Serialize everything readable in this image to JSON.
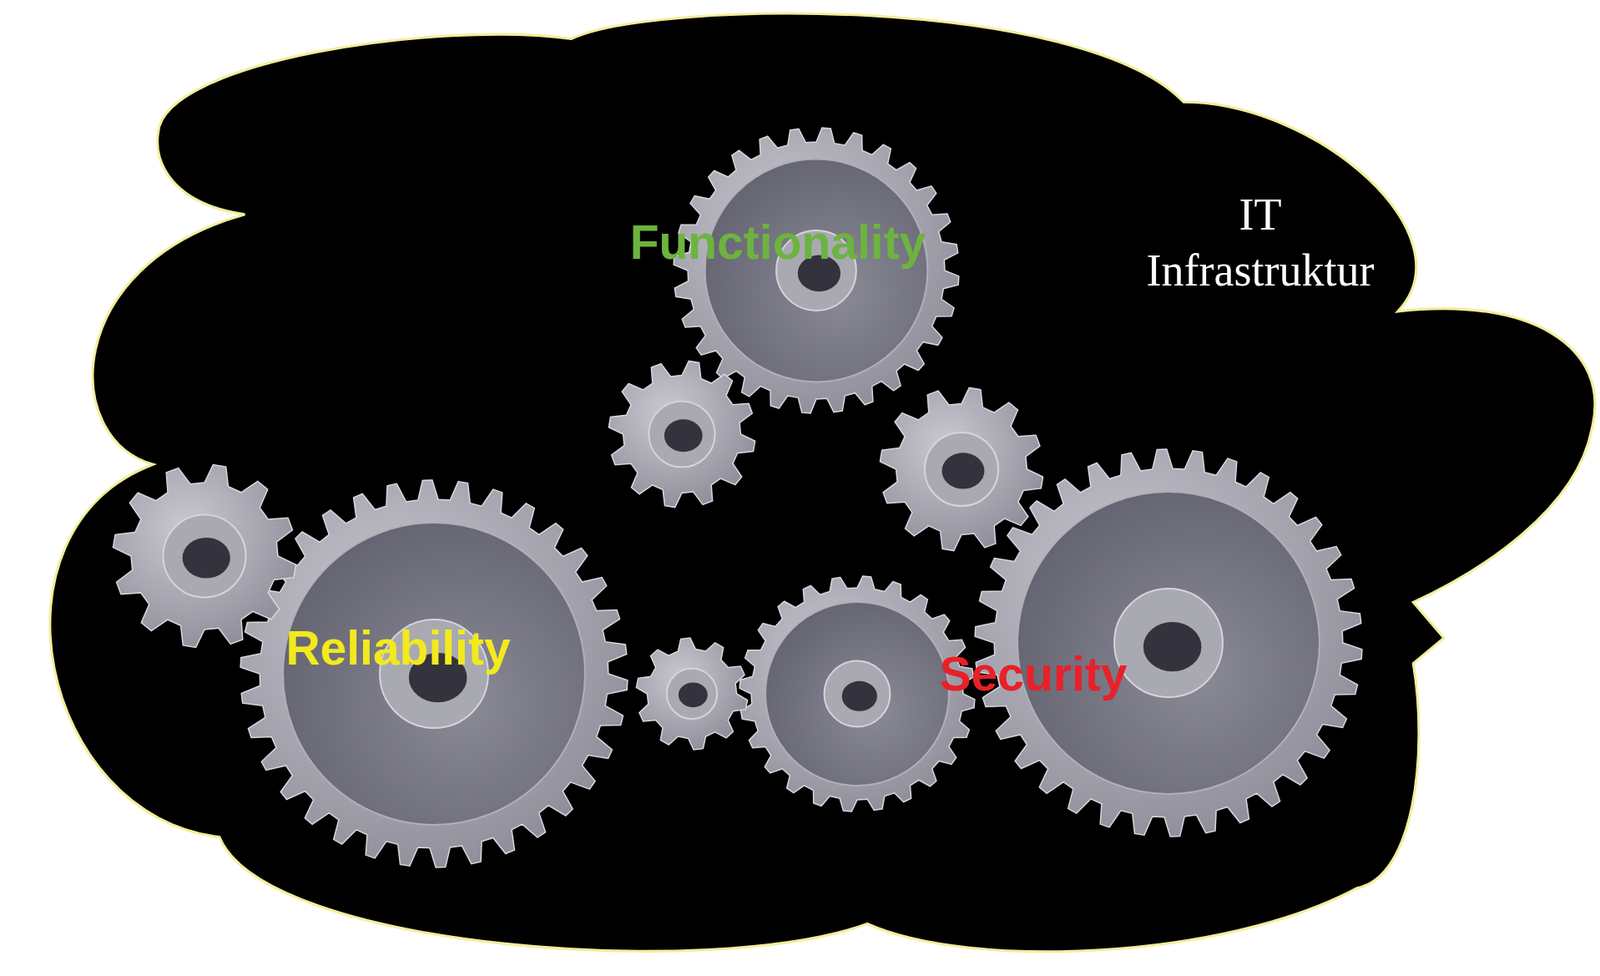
{
  "diagram": {
    "nodes": [
      {
        "text": [
          "IT Infrastruktur"
        ]
      },
      {
        "text": [
          "Functionality"
        ],
        "in": 0
      },
      {
        "text": [
          "Reliability"
        ],
        "in": 0
      },
      {
        "text": [
          "Security"
        ],
        "in": 0
      }
    ],
    "edges": []
  }
}
